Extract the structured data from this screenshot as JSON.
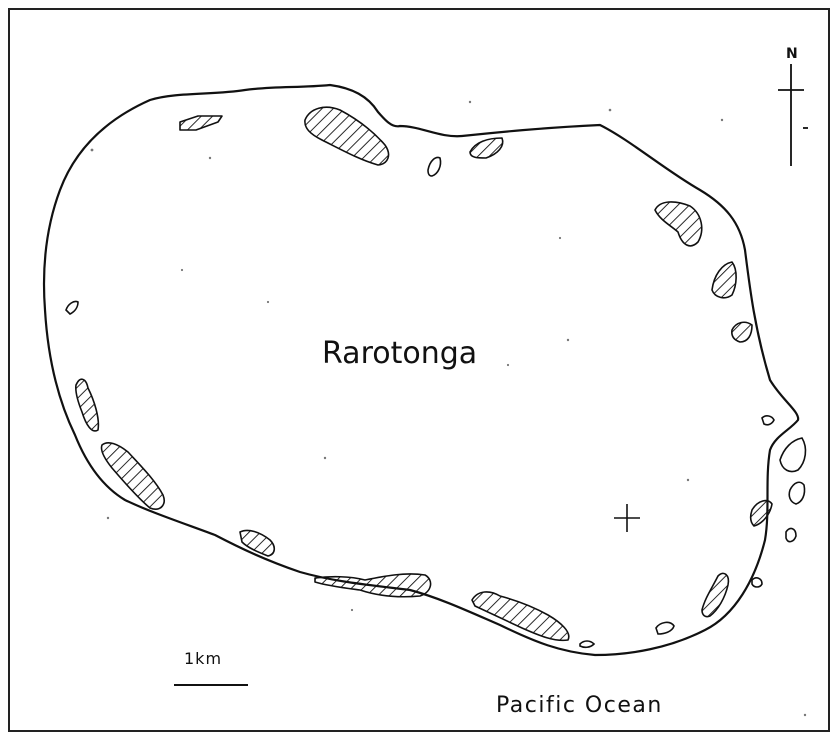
{
  "map": {
    "island_name": "Rarotonga",
    "ocean_name": "Pacific Ocean",
    "scale_label": "1km",
    "north_label": "N"
  },
  "colors": {
    "ink": "#111111",
    "background": "#ffffff"
  }
}
